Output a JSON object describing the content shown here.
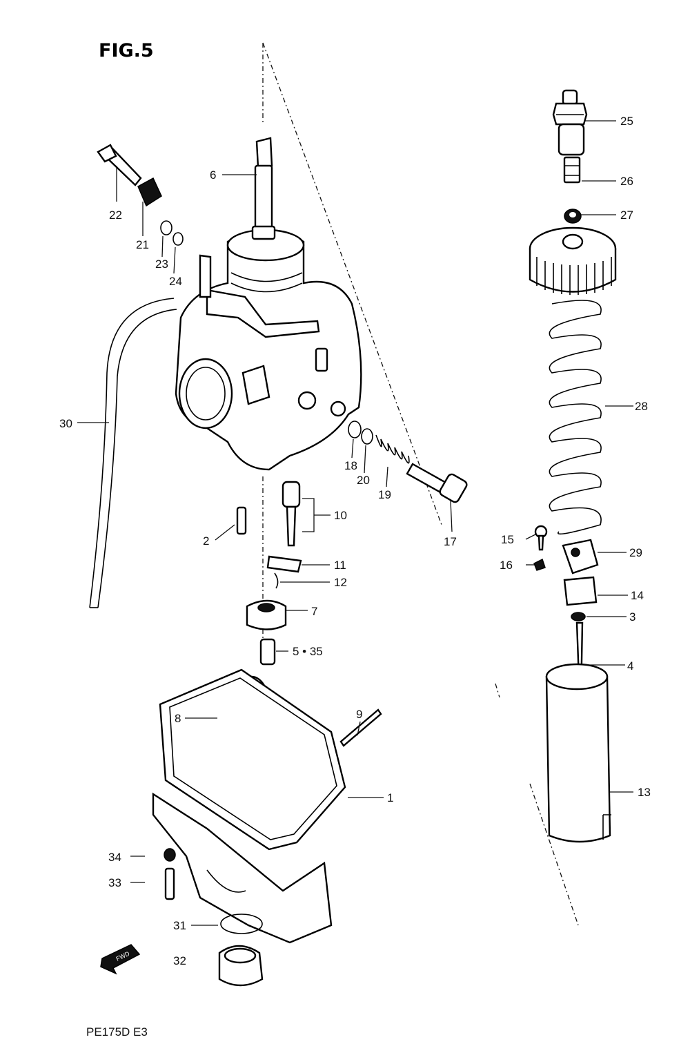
{
  "figure_title": "FIG.5",
  "model_code": "PE175D E3",
  "fwd_arrow_text": "FWD",
  "callouts": [
    {
      "id": "p25",
      "text": "25"
    },
    {
      "id": "p26",
      "text": "26"
    },
    {
      "id": "p27",
      "text": "27"
    },
    {
      "id": "p28",
      "text": "28"
    },
    {
      "id": "p29",
      "text": "29"
    },
    {
      "id": "p14",
      "text": "14"
    },
    {
      "id": "p3",
      "text": "3"
    },
    {
      "id": "p4",
      "text": "4"
    },
    {
      "id": "p13",
      "text": "13"
    },
    {
      "id": "p15",
      "text": "15"
    },
    {
      "id": "p16",
      "text": "16"
    },
    {
      "id": "p6",
      "text": "6"
    },
    {
      "id": "p22",
      "text": "22"
    },
    {
      "id": "p21",
      "text": "21"
    },
    {
      "id": "p23",
      "text": "23"
    },
    {
      "id": "p24",
      "text": "24"
    },
    {
      "id": "p30",
      "text": "30"
    },
    {
      "id": "p18",
      "text": "18"
    },
    {
      "id": "p20",
      "text": "20"
    },
    {
      "id": "p19",
      "text": "19"
    },
    {
      "id": "p17",
      "text": "17"
    },
    {
      "id": "p10",
      "text": "10"
    },
    {
      "id": "p2",
      "text": "2"
    },
    {
      "id": "p11",
      "text": "11"
    },
    {
      "id": "p12",
      "text": "12"
    },
    {
      "id": "p7",
      "text": "7"
    },
    {
      "id": "p5",
      "text": "5 • 35"
    },
    {
      "id": "p8",
      "text": "8"
    },
    {
      "id": "p9",
      "text": "9"
    },
    {
      "id": "p1",
      "text": "1"
    },
    {
      "id": "p34",
      "text": "34"
    },
    {
      "id": "p33",
      "text": "33"
    },
    {
      "id": "p31",
      "text": "31"
    },
    {
      "id": "p32",
      "text": "32"
    }
  ]
}
